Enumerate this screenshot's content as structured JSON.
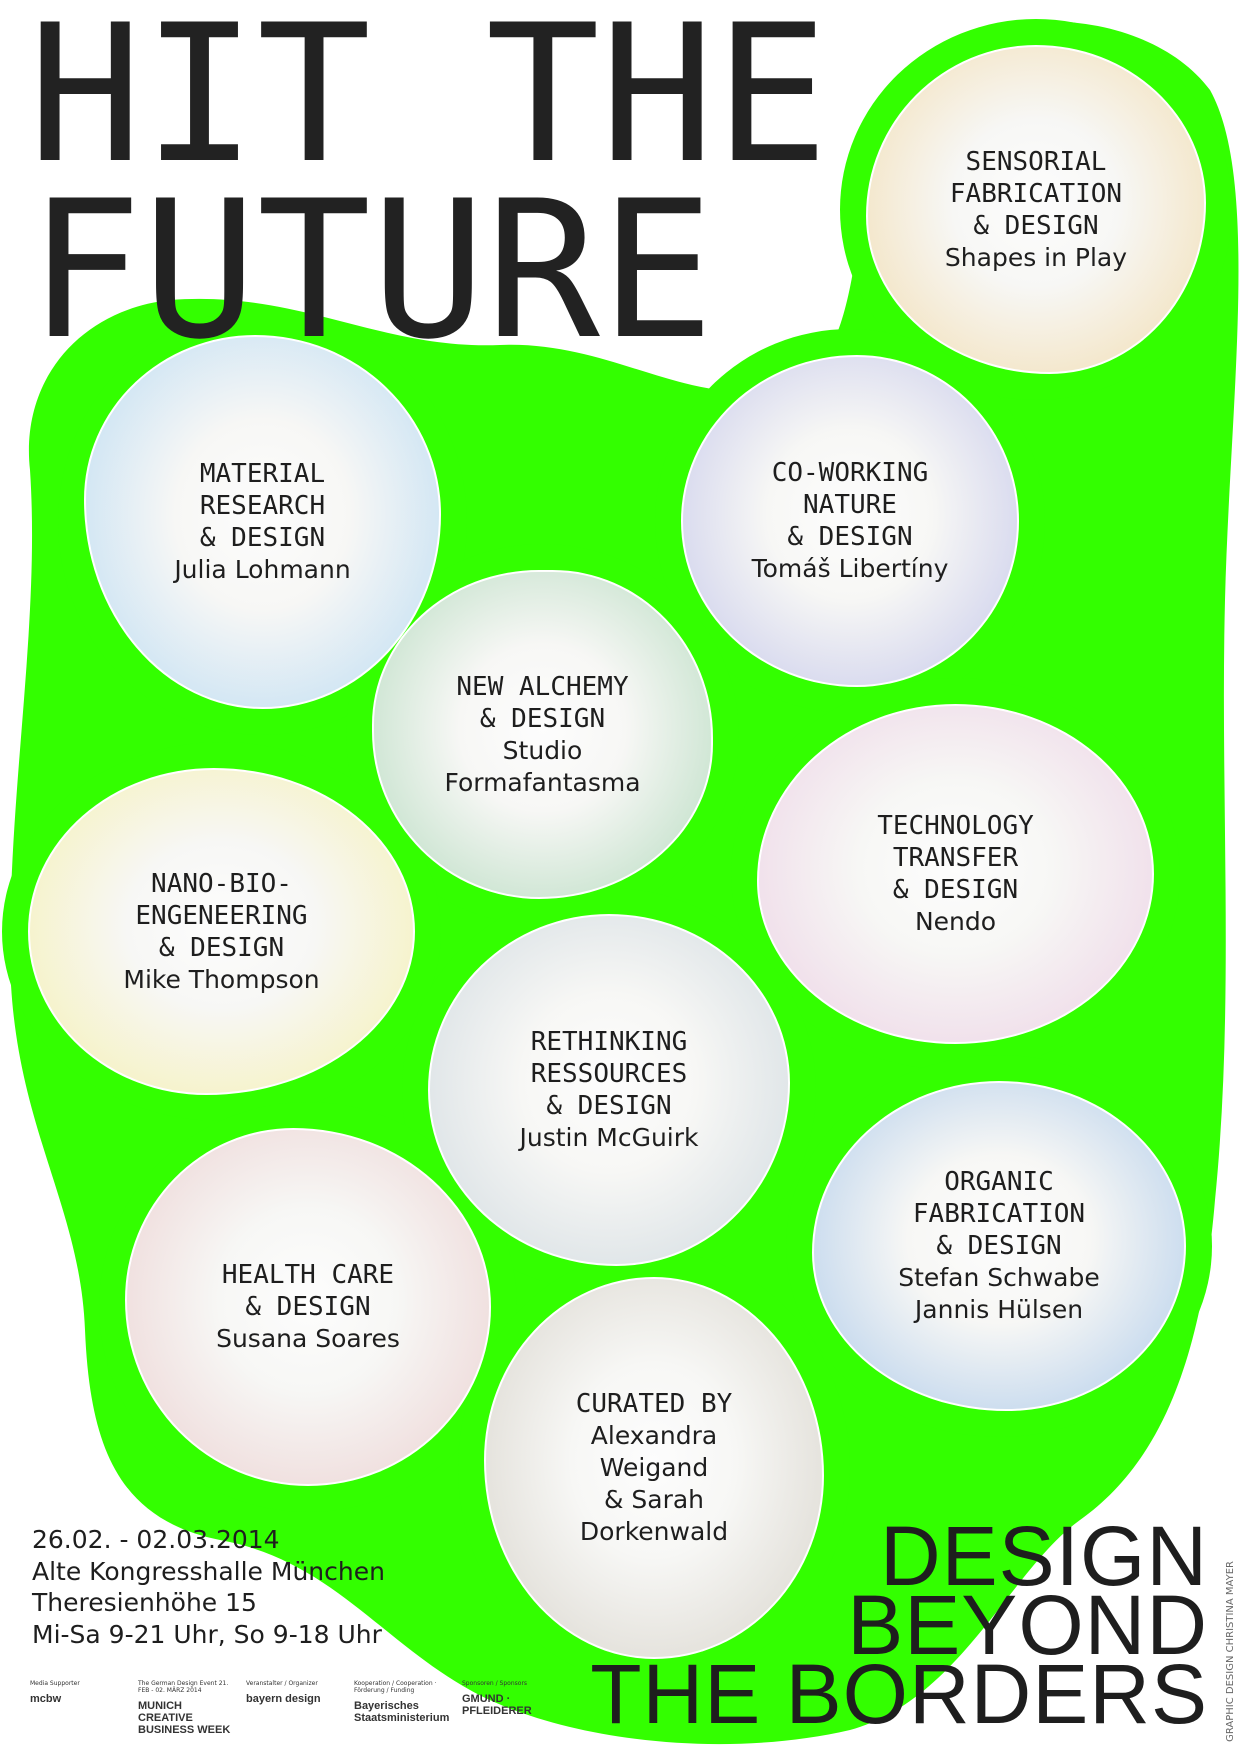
{
  "title": {
    "line1": "HIT THE",
    "line2": "FUTURE"
  },
  "colors": {
    "green": "#33ff00",
    "text": "#1e1e1e"
  },
  "bubbles": [
    {
      "heading": "SENSORIAL\nFABRICATION\n& DESIGN",
      "sub": "Shapes in Play",
      "color": "#f2dcae"
    },
    {
      "heading": "MATERIAL\nRESEARCH\n& DESIGN",
      "sub": "Julia Lohmann",
      "color": "#b7daf4"
    },
    {
      "heading": "CO-WORKING\nNATURE\n& DESIGN",
      "sub": "Tomáš Libertíny",
      "color": "#c3c6ea"
    },
    {
      "heading": "NEW ALCHEMY\n& DESIGN",
      "sub": "Studio\nFormafantasma",
      "color": "#b3dabd"
    },
    {
      "heading": "TECHNOLOGY\nTRANSFER\n& DESIGN",
      "sub": "Nendo",
      "color": "#ecd0e4"
    },
    {
      "heading": "NANO-BIO-\nENGENEERING\n& DESIGN",
      "sub": "Mike Thompson",
      "color": "#f6f0ae"
    },
    {
      "heading": "RETHINKING\nRESSOURCES\n& DESIGN",
      "sub": "Justin McGuirk",
      "color": "#cfd9df"
    },
    {
      "heading": "ORGANIC\nFABRICATION\n& DESIGN",
      "sub": "Stefan Schwabe\nJannis Hülsen",
      "color": "#abc9ea"
    },
    {
      "heading": "HEALTH CARE\n& DESIGN",
      "sub": "Susana Soares",
      "color": "#ebcfcf"
    },
    {
      "heading": "CURATED BY",
      "sub": "Alexandra\nWeigand\n& Sarah\nDorkenwald",
      "color": "#d7d3ca"
    }
  ],
  "info": {
    "dates": "26.02. - 02.03.2014",
    "venue": "Alte Kongresshalle München",
    "address": "Theresienhöhe 15",
    "hours": "Mi-Sa 9-21 Uhr, So 9-18 Uhr"
  },
  "tagline": {
    "line1": "DESIGN",
    "line2": "BEYOND",
    "line3": "THE BORDERS"
  },
  "logos": [
    {
      "caption": "Media Supporter",
      "name": "mcbw"
    },
    {
      "caption": "The German Design Event 21. FEB - 02. MÄRZ 2014",
      "name": "MUNICH CREATIVE BUSINESS WEEK"
    },
    {
      "caption": "Veranstalter / Organizer",
      "name": "bayern design"
    },
    {
      "caption": "Kooperation / Cooperation · Förderung / Funding",
      "name": "Bayerisches Staatsministerium"
    },
    {
      "caption": "Sponsoren / Sponsors",
      "name": "GMUND · PFLEIDERER"
    }
  ],
  "credit": "GRAPHIC DESIGN CHRISTINA MAYER"
}
